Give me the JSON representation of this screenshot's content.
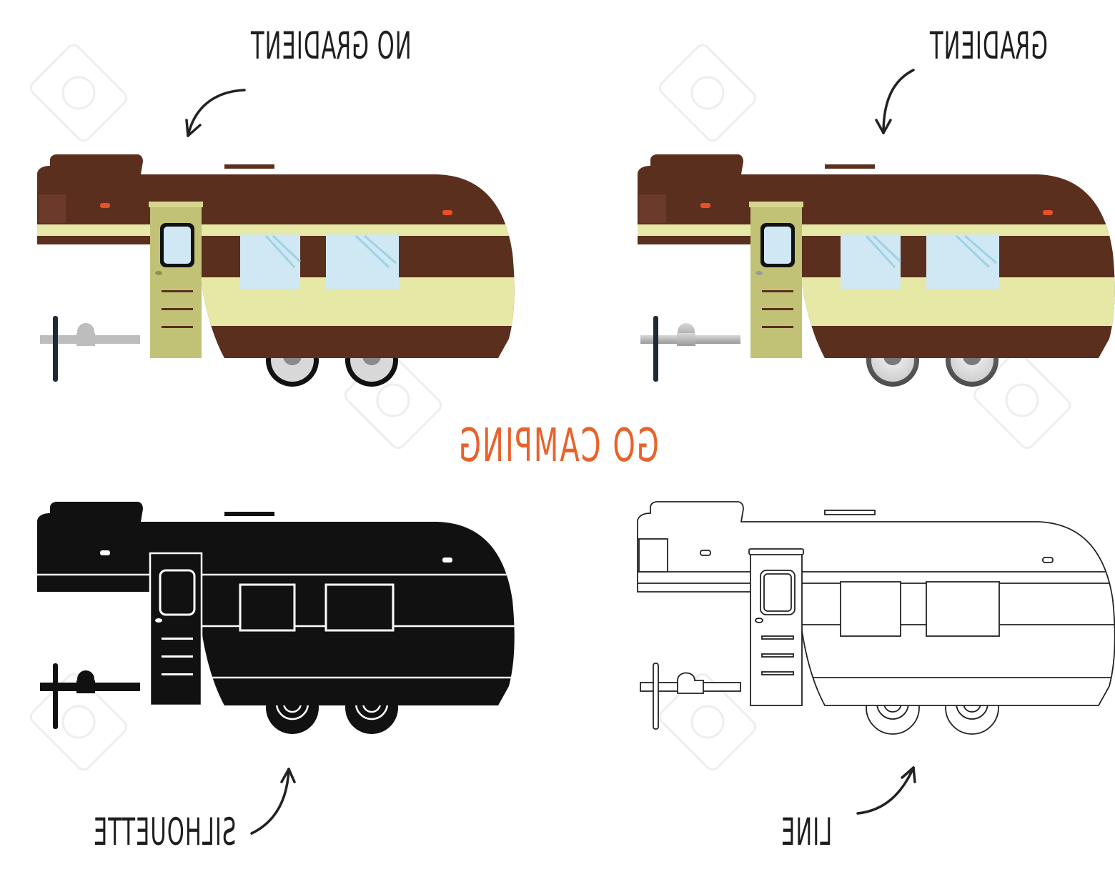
{
  "title": "GO CAMPING",
  "labels": {
    "top_left": "NO GRADIENT",
    "top_right": "GRADIENT",
    "bottom_left": "SILHOUETTE",
    "bottom_right": "LINE"
  },
  "text_rendering": "mirrored horizontally",
  "colors": {
    "title_orange": "#e8622c",
    "label_ink": "#1e1e1e",
    "trailer_brown": "#5a2f1e",
    "trailer_cream": "#e6e8a6",
    "door_olive": "#c2c277",
    "window_blue": "#cfe8f3",
    "marker_orange": "#e8502a",
    "hitch_gray": "#bdbdbd",
    "jack_navy": "#1e2a36",
    "silhouette_black": "#111111"
  },
  "variants": [
    {
      "id": "no-gradient",
      "style": "flat color"
    },
    {
      "id": "gradient",
      "style": "shaded color"
    },
    {
      "id": "silhouette",
      "style": "solid black"
    },
    {
      "id": "line",
      "style": "outline"
    }
  ],
  "watermark": "123RF"
}
